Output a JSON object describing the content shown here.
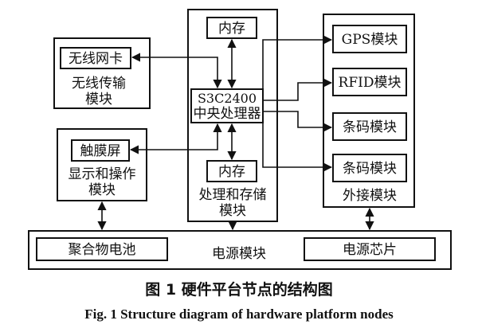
{
  "diagram": {
    "wireless_module": {
      "inner": "无线网卡",
      "line1": "无线传输",
      "line2": "模块"
    },
    "display_module": {
      "inner": "触膜屏",
      "line1": "显示和操作",
      "line2": "模块"
    },
    "processing_module": {
      "memory_top": "内存",
      "cpu_line1": "S3C2400",
      "cpu_line2": "中央处理器",
      "memory_bottom": "内存",
      "line1": "处理和存储",
      "line2": "模块"
    },
    "external_module": {
      "items": [
        "GPS模块",
        "RFID模块",
        "条码模块",
        "条码模块"
      ],
      "label": "外接模块"
    },
    "power_module": {
      "battery": "聚合物电池",
      "label": "电源模块",
      "chip": "电源芯片"
    }
  },
  "caption": {
    "zh": "图 1 硬件平台节点的结构图",
    "en": "Fig. 1 Structure diagram of hardware platform nodes"
  }
}
